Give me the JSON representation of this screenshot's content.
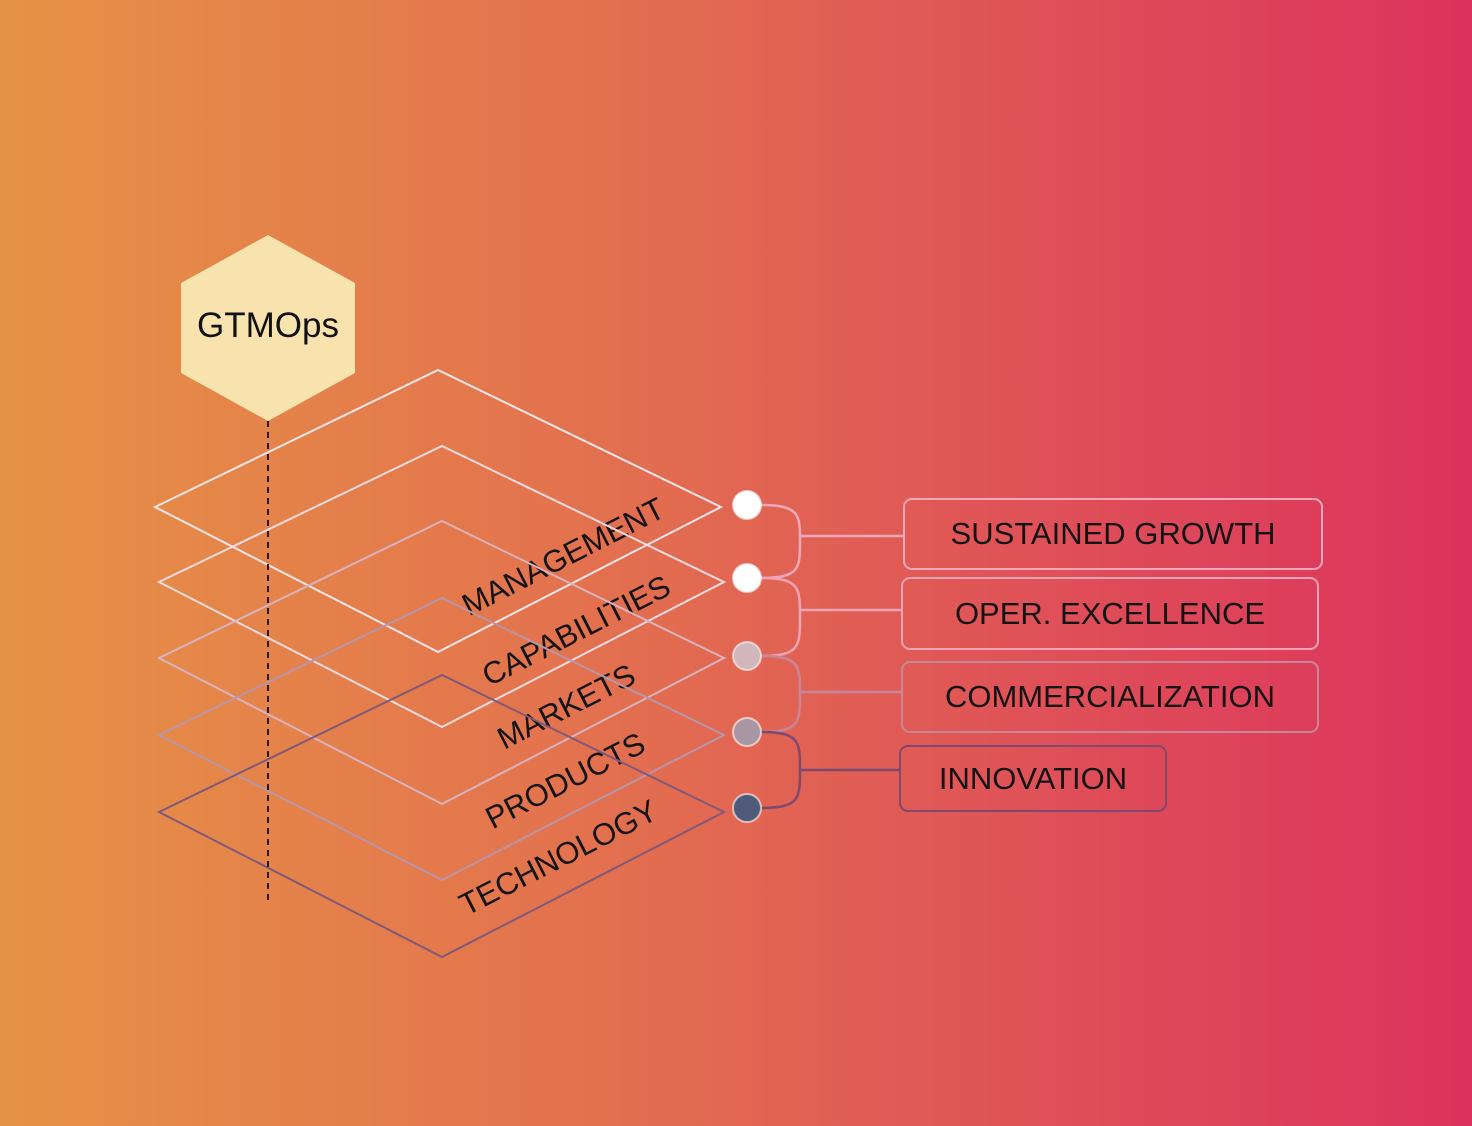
{
  "hub": {
    "label": "GTMOps",
    "fill": "#f8e3ae"
  },
  "layers": [
    {
      "label": "MANAGEMENT",
      "stroke": "#f6e6ea",
      "node_fill": "#ffffff"
    },
    {
      "label": "CAPABILITIES",
      "stroke": "#f3dbe0",
      "node_fill": "#ffffff"
    },
    {
      "label": "MARKETS",
      "stroke": "#d8b3bf",
      "node_fill": "#d2b7bd"
    },
    {
      "label": "PRODUCTS",
      "stroke": "#b995a8",
      "node_fill": "#a897a3"
    },
    {
      "label": "TECHNOLOGY",
      "stroke": "#80587a",
      "node_fill": "#4f5b78"
    }
  ],
  "outcomes": [
    {
      "label": "SUSTAINED GROWTH",
      "stroke": "#f1a7bb"
    },
    {
      "label": "OPER. EXCELLENCE",
      "stroke": "#efa3b6"
    },
    {
      "label": "COMMERCIALIZATION",
      "stroke": "#c78799"
    },
    {
      "label": "INNOVATION",
      "stroke": "#7d4a6f"
    }
  ],
  "colors": {
    "background_start": "#e69246",
    "background_end": "#dc325d",
    "axis": "#2a1a1a"
  }
}
